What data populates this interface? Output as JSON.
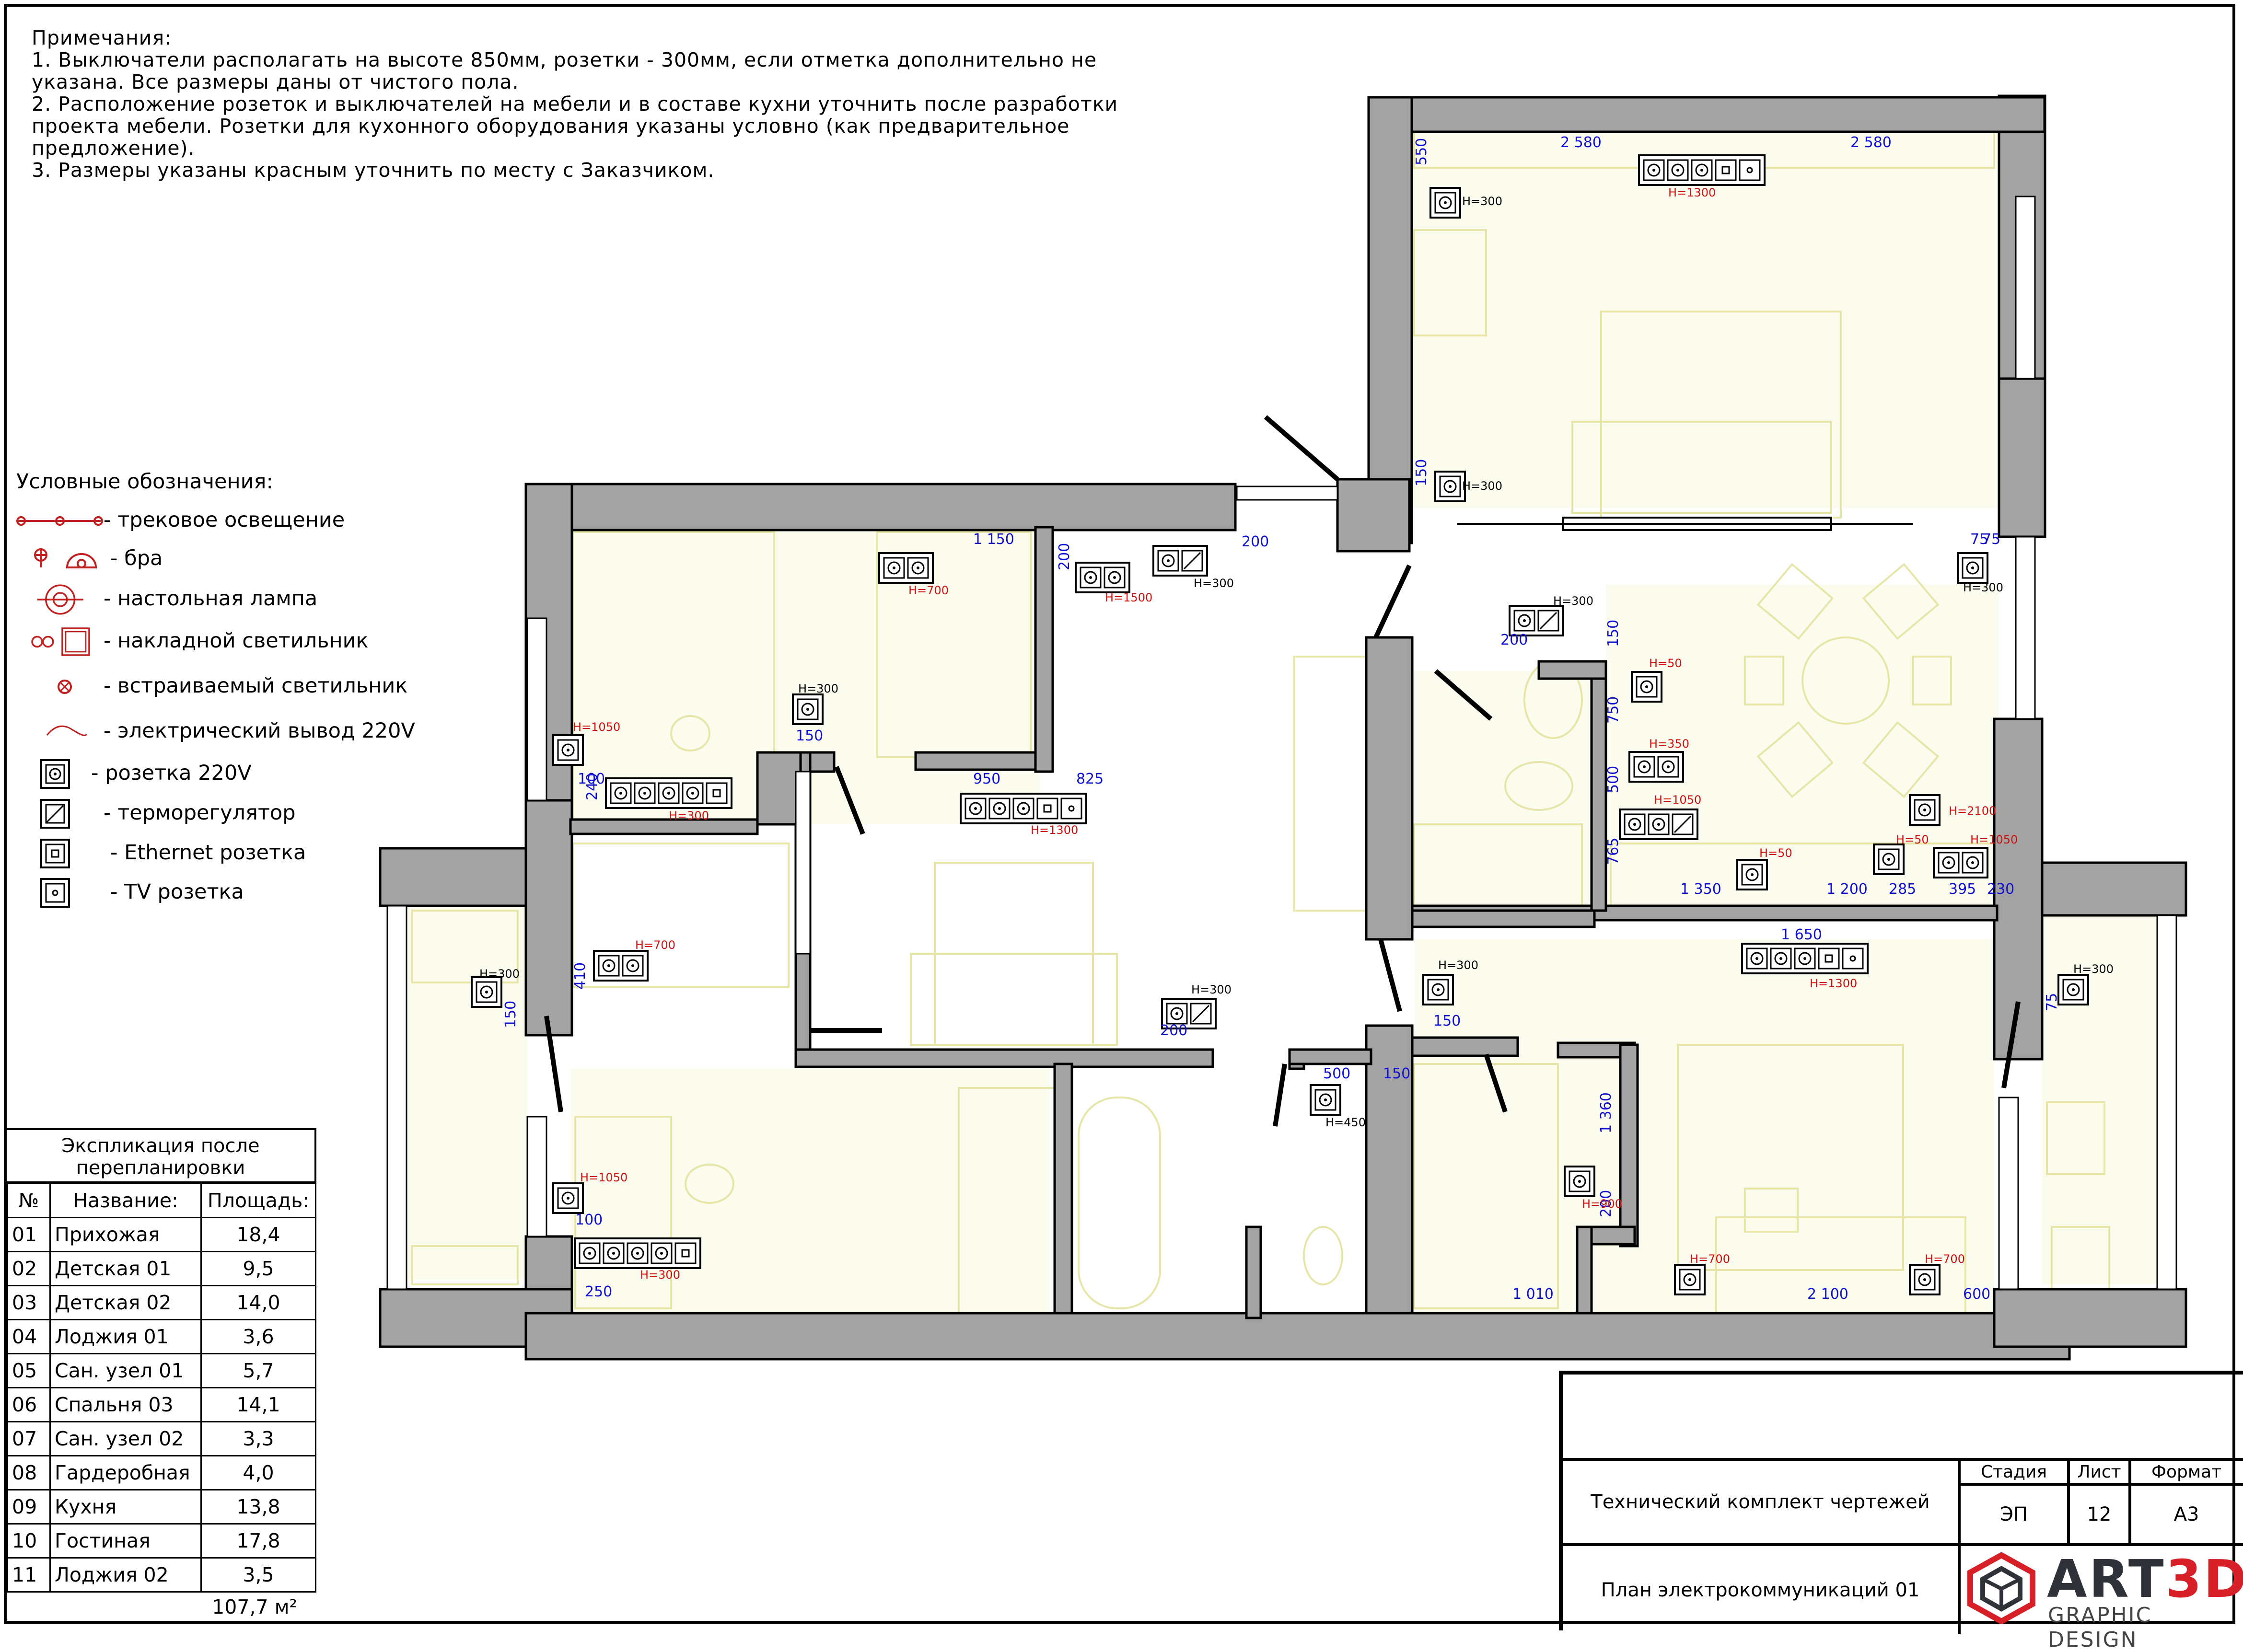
{
  "notes": [
    "Примечания:",
    "1. Выключатели располагать на высоте 850мм, розетки - 300мм, если отметка дополнительно не",
    "указана. Все размеры даны от чистого пола.",
    "2. Расположение розеток и выключателей на мебели и в составе кухни уточнить после разработки",
    "проекта мебели. Розетки для кухонного оборудования указаны условно (как предварительное",
    "предложение).",
    "3. Размеры указаны красным уточнить по месту с Заказчиком."
  ],
  "legend": {
    "title": "Условные обозначения:",
    "items": [
      {
        "icon": "track-light-icon",
        "label": "- трековое освещение"
      },
      {
        "icon": "sconce-icon",
        "label": "- бра"
      },
      {
        "icon": "table-lamp-icon",
        "label": "- настольная лампа"
      },
      {
        "icon": "surface-light-icon",
        "label": "- накладной светильник"
      },
      {
        "icon": "recessed-light-icon",
        "label": "- встраиваемый светильник"
      },
      {
        "icon": "electric-outlet-wire-icon",
        "label": "- электрический вывод 220V"
      },
      {
        "icon": "socket-220v-icon",
        "label": "- розетка 220V"
      },
      {
        "icon": "thermostat-icon",
        "label": "- терморегулятор"
      },
      {
        "icon": "ethernet-socket-icon",
        "label": "- Ethernet розетка"
      },
      {
        "icon": "tv-socket-icon",
        "label": "- TV розетка"
      }
    ]
  },
  "explication": {
    "title_line1": "Экспликация после",
    "title_line2": "перепланировки",
    "headers": [
      "№",
      "Название:",
      "Площадь:"
    ],
    "rows": [
      [
        "01",
        "Прихожая",
        "18,4"
      ],
      [
        "02",
        "Детская 01",
        "9,5"
      ],
      [
        "03",
        "Детская 02",
        "14,0"
      ],
      [
        "04",
        "Лоджия 01",
        "3,6"
      ],
      [
        "05",
        "Сан. узел 01",
        "5,7"
      ],
      [
        "06",
        "Спальня 03",
        "14,1"
      ],
      [
        "07",
        "Сан. узел 02",
        "3,3"
      ],
      [
        "08",
        "Гардеробная",
        "4,0"
      ],
      [
        "09",
        "Кухня",
        "13,8"
      ],
      [
        "10",
        "Гостиная",
        "17,8"
      ],
      [
        "11",
        "Лоджия 02",
        "3,5"
      ]
    ],
    "total": "107,7 м²"
  },
  "title_block": {
    "project": "Технический комплект чертежей",
    "sheet_name": "План электрокоммуникаций 01",
    "stage_label": "Стадия",
    "sheet_label": "Лист",
    "format_label": "Формат",
    "stage": "ЭП",
    "sheet": "12",
    "format": "А3"
  },
  "logo": {
    "art": "ART",
    "three_d": "3D",
    "sub": "GRAPHIC DESIGN"
  },
  "plan_labels": {
    "dims_blue": [
      "2 580",
      "2 580",
      "550",
      "150",
      "1 150",
      "200",
      "200",
      "75",
      "75",
      "200",
      "150",
      "150",
      "750",
      "500",
      "765",
      "240",
      "100",
      "950",
      "825",
      "1 350",
      "1 200",
      "285",
      "395",
      "230",
      "1 650",
      "410",
      "150",
      "200",
      "150",
      "500",
      "150",
      "1 360",
      "200",
      "75",
      "100",
      "250",
      "1 010",
      "2 100",
      "600"
    ],
    "heights_black": [
      "H=300",
      "H=300",
      "H=300",
      "H=300",
      "H=300",
      "H=300",
      "H=300",
      "H=300",
      "H=300",
      "H=300",
      "H=450"
    ],
    "heights_red": [
      "H=1300",
      "H=700",
      "H=1500",
      "H=1050",
      "H=300",
      "H=1300",
      "H=50",
      "H=350",
      "H=1050",
      "H=2100",
      "H=50",
      "H=50",
      "H=1050",
      "H=1300",
      "H=700",
      "H=1050",
      "H=300",
      "H=900",
      "H=700",
      "H=700"
    ]
  },
  "colors": {
    "wall": "#9e9e9e",
    "furniture": "#e8e8b0",
    "floor": "#fbfbee",
    "dimension": "#1010d0",
    "height_mark": "#d01010",
    "accent_logo": "#d61f26"
  }
}
